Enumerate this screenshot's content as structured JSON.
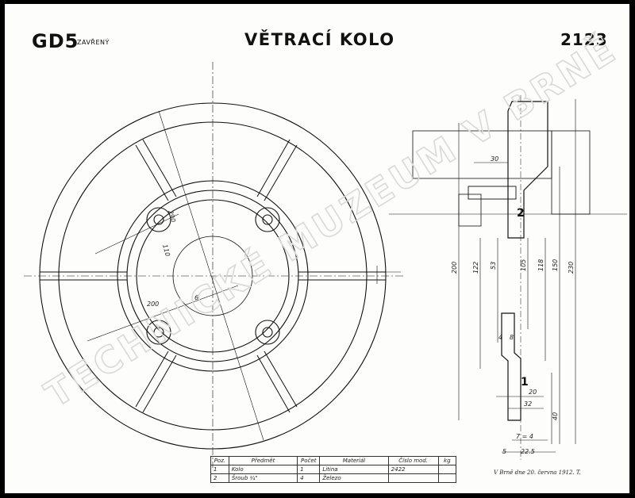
{
  "header": {
    "code": "GD5",
    "code_sub": "ZAVŘENÝ",
    "title": "VĚTRACÍ KOLO",
    "number": "2123"
  },
  "watermark": "TECHNICKÉ MUZEUM V BRNĚ",
  "front_view": {
    "dimensions": [
      "290",
      "110",
      "200",
      "6"
    ]
  },
  "side_view": {
    "dimensions": [
      "30",
      "200",
      "122",
      "53",
      "105",
      "118",
      "150",
      "230",
      "4",
      "8",
      "20",
      "32",
      "40",
      "5",
      "7 = 4",
      "22.5"
    ],
    "part_labels": [
      "1",
      "2"
    ]
  },
  "bom": {
    "headers": [
      "Poz.",
      "Předmět",
      "Počet",
      "Materiál",
      "Číslo mod.",
      "kg"
    ],
    "rows": [
      [
        "1",
        "Kolo",
        "1",
        "Litina",
        "2422",
        ""
      ],
      [
        "2",
        "Šroub ¼\"",
        "4",
        "Železo",
        "",
        ""
      ]
    ]
  },
  "signature": "V Brně dne 20. června 1912. T."
}
